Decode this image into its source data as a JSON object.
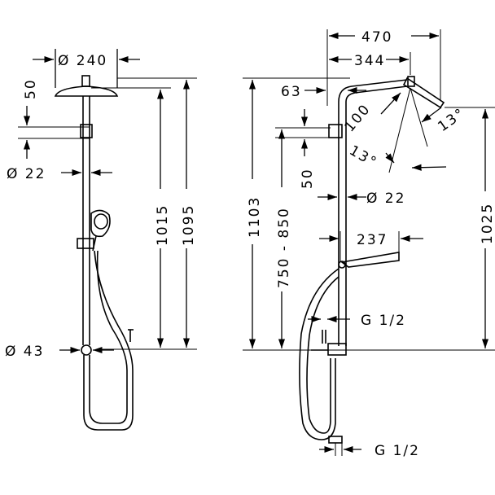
{
  "left_view": {
    "d_head": "Ø 240",
    "dim_50": "50",
    "d_pipe": "Ø 22",
    "h_1015": "1015",
    "h_1095": "1095",
    "d_connector": "Ø 43"
  },
  "right_view": {
    "w_470": "470",
    "w_344": "344",
    "dim_63": "63",
    "r_100": "100",
    "angle_a": "13°",
    "angle_b": "13°",
    "dim_50": "50",
    "d_pipe": "Ø 22",
    "h_1103": "1103",
    "h_750_850": "750 - 850",
    "w_237": "237",
    "h_1025": "1025",
    "thread_top": "G 1/2",
    "thread_bottom": "G 1/2"
  }
}
